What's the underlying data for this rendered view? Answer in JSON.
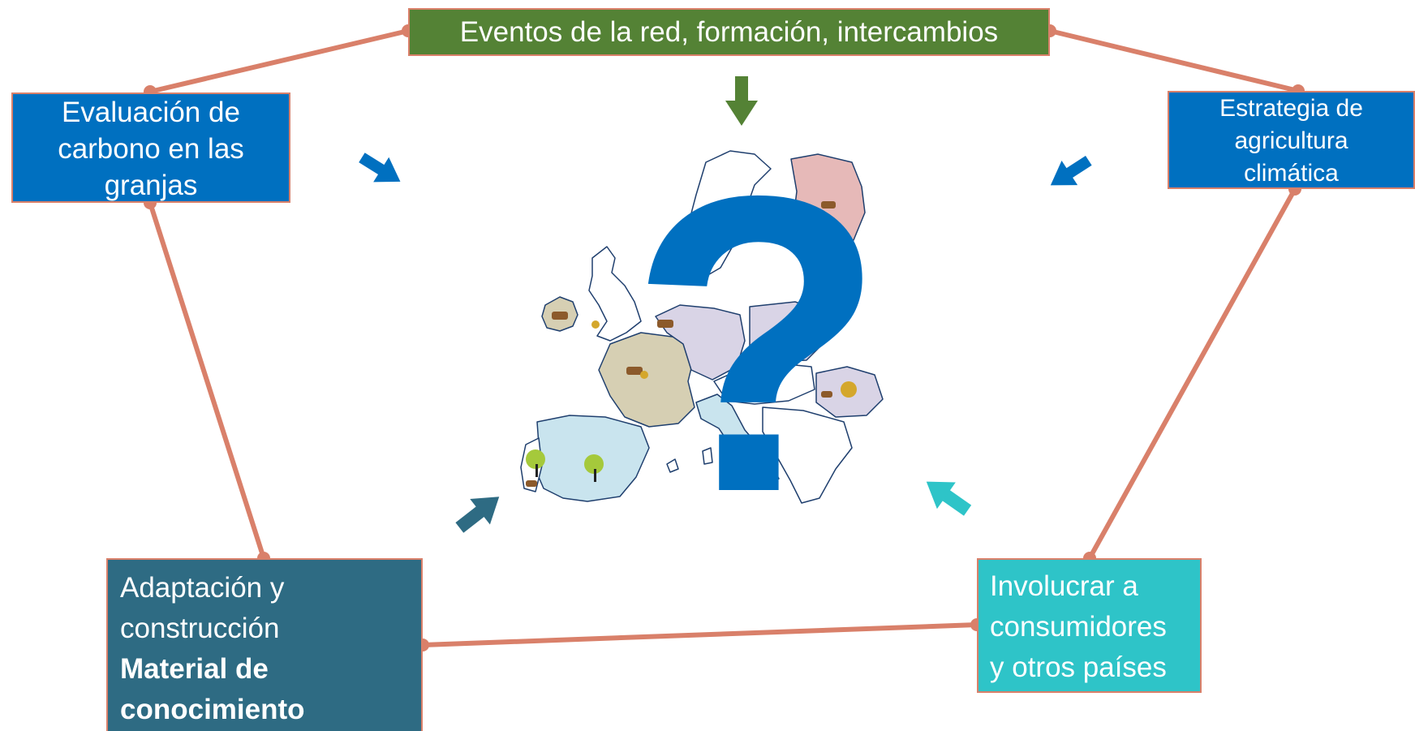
{
  "diagram": {
    "top_box": {
      "text": "Eventos de la red, formación, intercambios",
      "color": "#548235"
    },
    "left_box": {
      "lines": [
        "Evaluación de",
        "carbono en las",
        "granjas"
      ],
      "color": "#0070c0"
    },
    "right_box": {
      "lines": [
        "Estrategia de",
        "agricultura",
        "climática"
      ],
      "color": "#0070c0"
    },
    "bottom_left_box": {
      "lines": [
        "Adaptación y",
        "construcción"
      ],
      "bold_lines": [
        "Material de",
        "conocimiento"
      ],
      "color": "#2e6b83"
    },
    "bottom_right_box": {
      "lines": [
        "Involucrar a",
        "consumidores",
        "y otros países"
      ],
      "color": "#2ec4c8"
    },
    "center": {
      "symbol": "?",
      "map_icon": "europe-map"
    },
    "connector_color": "#d9806a",
    "arrow_colors": {
      "top": "#548235",
      "left": "#0070c0",
      "right": "#0070c0",
      "bottom_left": "#2e6b83",
      "bottom_right": "#2ec4c8"
    }
  }
}
